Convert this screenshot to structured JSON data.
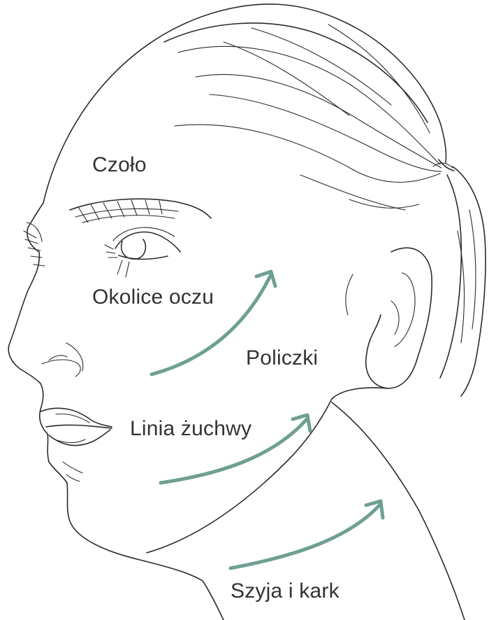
{
  "labels": {
    "forehead": "Czoło",
    "eye_area": "Okolice oczu",
    "cheeks": "Policzki",
    "jawline": "Linia żuchwy",
    "neck": "Szyja i kark"
  },
  "colors": {
    "arrow": "#6e9f93",
    "line": "#2b2b2b",
    "text": "#333333",
    "background": "#ffffff"
  },
  "icons": {
    "arrow": "curved-up-right-arrow"
  }
}
